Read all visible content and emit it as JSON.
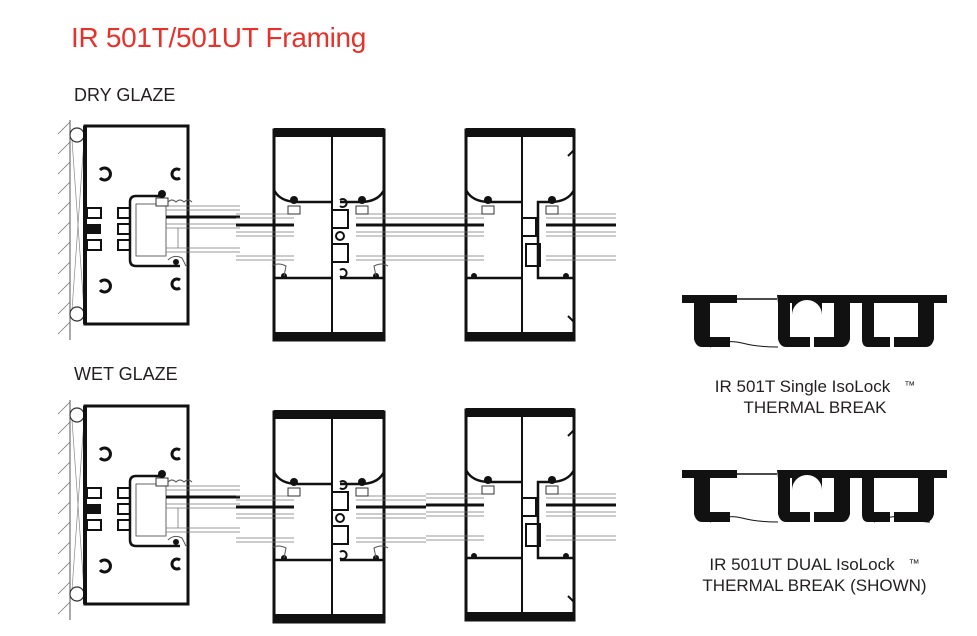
{
  "title": "IR 501T/501UT Framing",
  "sections": [
    {
      "label": "DRY GLAZE",
      "details": [
        "jamb",
        "mullion-center",
        "mullion-offset"
      ]
    },
    {
      "label": "WET GLAZE",
      "details": [
        "jamb",
        "mullion-center",
        "mullion-offset"
      ]
    }
  ],
  "thermal_breaks": [
    {
      "line1": "IR 501T Single IsoLock",
      "tm": "™",
      "line2": "THERMAL BREAK"
    },
    {
      "line1": "IR 501UT DUAL IsoLock",
      "tm": "™",
      "line2": "THERMAL BREAK (SHOWN)"
    }
  ],
  "colors": {
    "title": "#e8312a",
    "ink": "#231f20"
  }
}
